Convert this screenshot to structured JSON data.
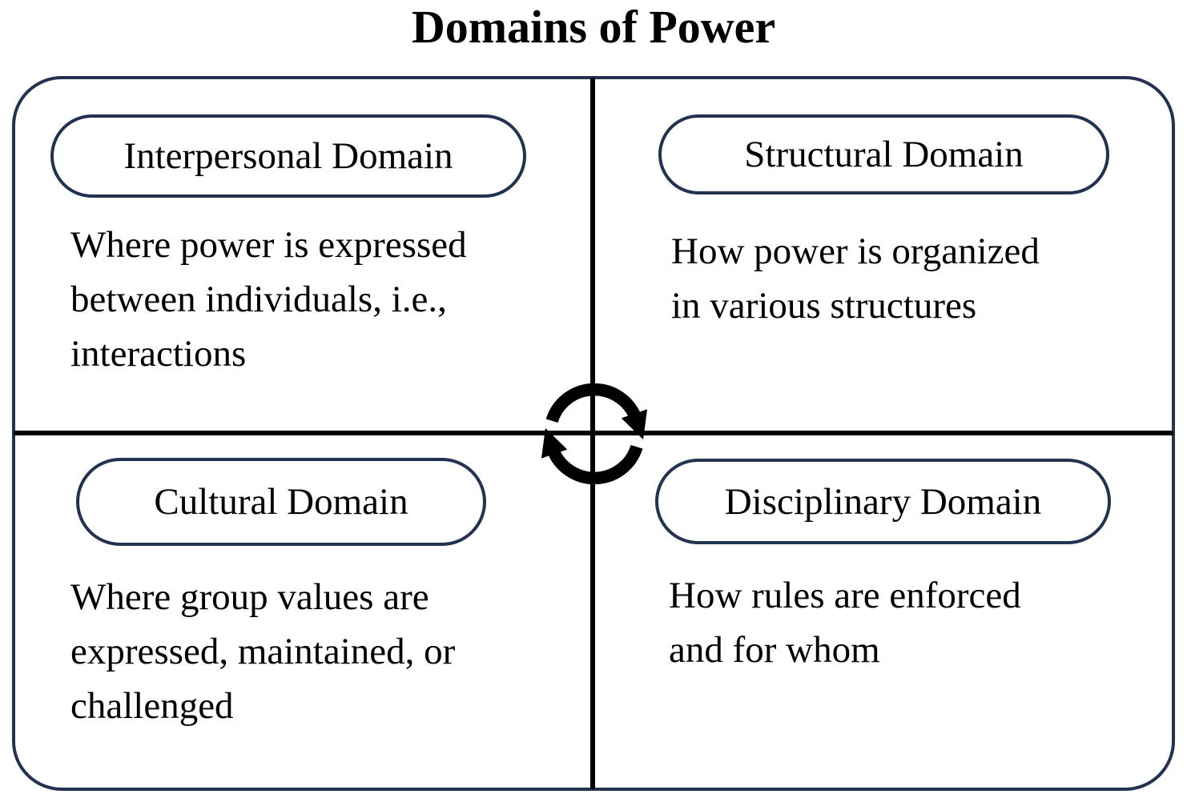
{
  "title": "Domains of Power",
  "colors": {
    "frame_border": "#233250",
    "divider": "#000000",
    "text": "#000000",
    "background": "#ffffff",
    "icon": "#000000"
  },
  "center_icon": "cycle-arrows-icon",
  "quadrants": [
    {
      "id": "interpersonal",
      "label": "Interpersonal Domain",
      "description": "Where power is expressed\nbetween individuals, i.e.,\ninteractions"
    },
    {
      "id": "structural",
      "label": "Structural Domain",
      "description": "How power is organized\nin various structures"
    },
    {
      "id": "cultural",
      "label": "Cultural Domain",
      "description": "Where group values are\nexpressed, maintained, or\nchallenged"
    },
    {
      "id": "disciplinary",
      "label": "Disciplinary Domain",
      "description": "How rules are enforced\nand for whom"
    }
  ]
}
